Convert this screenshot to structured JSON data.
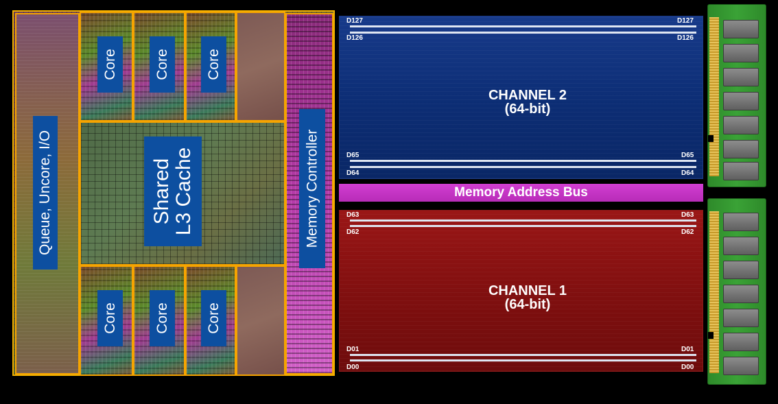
{
  "die": {
    "cores_top": [
      "Core",
      "Core",
      "Core"
    ],
    "cores_bottom": [
      "Core",
      "Core",
      "Core"
    ],
    "cache_line1": "Shared",
    "cache_line2": "L3 Cache",
    "queue_label": "Queue, Uncore, I/O",
    "memctl_label": "Memory Controller"
  },
  "channel2": {
    "title": "CHANNEL 2",
    "subtitle": "(64-bit)",
    "top_label_a": "D127",
    "top_label_b": "D126",
    "bottom_label_a": "D65",
    "bottom_label_b": "D64"
  },
  "bus": {
    "label": "Memory Address Bus"
  },
  "channel1": {
    "title": "CHANNEL 1",
    "subtitle": "(64-bit)",
    "top_label_a": "D63",
    "top_label_b": "D62",
    "bottom_label_a": "D01",
    "bottom_label_b": "D00"
  },
  "colors": {
    "die_border": "#f6b400",
    "label_blue": "#0d4fa0",
    "channel2": "#0c2d74",
    "channel1": "#7f0f0f",
    "bus": "#c835c8",
    "dimm_pcb": "#3aa236"
  }
}
